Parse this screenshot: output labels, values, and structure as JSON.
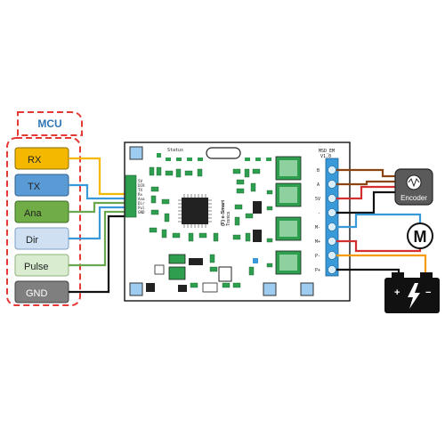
{
  "mcu": {
    "title": "MCU",
    "pins": [
      {
        "label": "RX",
        "color": "#f5b800"
      },
      {
        "label": "TX",
        "color": "#5b9bd5"
      },
      {
        "label": "Ana",
        "color": "#70ad47"
      },
      {
        "label": "Dir",
        "color": "#cfe0f3"
      },
      {
        "label": "Pulse",
        "color": "#d9ecd0"
      },
      {
        "label": "GND",
        "color": "#7f7f7f"
      }
    ]
  },
  "board": {
    "status_label": "Status",
    "model_label": "MSD_EM",
    "version_label": "V1.0",
    "brand_label": "(F) e-Smart",
    "brand_sub": "Tronics",
    "left_header": [
      "5V",
      "DIR",
      "TX",
      "Rx",
      "Ana",
      "Dir",
      "Pul",
      "GND"
    ],
    "right_header": [
      "B",
      "A",
      "5V",
      "-",
      "M-",
      "M+",
      "P-",
      "P+"
    ]
  },
  "encoder": {
    "label": "Encoder",
    "icon": "encoder-icon"
  },
  "motor": {
    "label": "M"
  },
  "battery": {
    "plus": "+",
    "minus": "−",
    "icon": "lightning-icon"
  },
  "colors": {
    "mcu_border": "#e53935",
    "mcu_title": "#2e75b6",
    "board_green": "#2e9e4f",
    "wire_yellow": "#f5b800",
    "wire_blue": "#3a9ad9",
    "wire_green": "#6aa84f",
    "wire_black": "#111111",
    "wire_brown": "#8b4513",
    "wire_red": "#d32f2f",
    "wire_orange": "#f59b00"
  }
}
